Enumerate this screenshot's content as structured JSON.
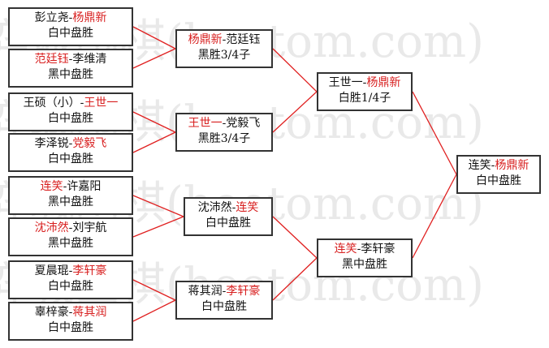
{
  "watermark": "弈城围棋(hoetom.com)",
  "colors": {
    "winner": "#d82020",
    "text": "#111111",
    "connector": "#e02020",
    "border": "#333333"
  },
  "matches": {
    "r1_1": {
      "line1": [
        {
          "t": "彭立尧",
          "w": false
        },
        {
          "t": "-",
          "w": false
        },
        {
          "t": "杨鼎新",
          "w": true
        }
      ],
      "line2": "白中盘胜"
    },
    "r1_2": {
      "line1": [
        {
          "t": "范廷钰",
          "w": true
        },
        {
          "t": "-",
          "w": false
        },
        {
          "t": "李维清",
          "w": false
        }
      ],
      "line2": "黑中盘胜"
    },
    "r1_3": {
      "line1": [
        {
          "t": "王硕（小）",
          "w": false
        },
        {
          "t": "-",
          "w": false
        },
        {
          "t": "王世一",
          "w": true
        }
      ],
      "line2": "白中盘胜"
    },
    "r1_4": {
      "line1": [
        {
          "t": "李泽锐",
          "w": false
        },
        {
          "t": "-",
          "w": false
        },
        {
          "t": "党毅飞",
          "w": true
        }
      ],
      "line2": "白中盘胜"
    },
    "r1_5": {
      "line1": [
        {
          "t": "连笑",
          "w": true
        },
        {
          "t": "-",
          "w": false
        },
        {
          "t": "许嘉阳",
          "w": false
        }
      ],
      "line2": "黑中盘胜"
    },
    "r1_6": {
      "line1": [
        {
          "t": "沈沛然",
          "w": true
        },
        {
          "t": "-",
          "w": false
        },
        {
          "t": "刘宇航",
          "w": false
        }
      ],
      "line2": "黑中盘胜"
    },
    "r1_7": {
      "line1": [
        {
          "t": "夏晨琨",
          "w": false
        },
        {
          "t": "-",
          "w": false
        },
        {
          "t": "李轩豪",
          "w": true
        }
      ],
      "line2": "白中盘胜"
    },
    "r1_8": {
      "line1": [
        {
          "t": "辜梓豪",
          "w": false
        },
        {
          "t": "-",
          "w": false
        },
        {
          "t": "蒋其润",
          "w": true
        }
      ],
      "line2": "白中盘胜"
    },
    "r2_1": {
      "line1": [
        {
          "t": "杨鼎新",
          "w": true
        },
        {
          "t": "-",
          "w": false
        },
        {
          "t": "范廷钰",
          "w": false
        }
      ],
      "line2": "黑胜3/4子"
    },
    "r2_2": {
      "line1": [
        {
          "t": "王世一",
          "w": true
        },
        {
          "t": "-",
          "w": false
        },
        {
          "t": "党毅飞",
          "w": false
        }
      ],
      "line2": "黑胜3/4子"
    },
    "r2_3": {
      "line1": [
        {
          "t": "沈沛然",
          "w": false
        },
        {
          "t": "-",
          "w": false
        },
        {
          "t": "连笑",
          "w": true
        }
      ],
      "line2": "白中盘胜"
    },
    "r2_4": {
      "line1": [
        {
          "t": "蒋其润",
          "w": false
        },
        {
          "t": "-",
          "w": false
        },
        {
          "t": "李轩豪",
          "w": true
        }
      ],
      "line2": "白中盘胜"
    },
    "r3_1": {
      "line1": [
        {
          "t": "王世一",
          "w": false
        },
        {
          "t": "-",
          "w": false
        },
        {
          "t": "杨鼎新",
          "w": true
        }
      ],
      "line2": "白胜1/4子"
    },
    "r3_2": {
      "line1": [
        {
          "t": "连笑",
          "w": true
        },
        {
          "t": "-",
          "w": false
        },
        {
          "t": "李轩豪",
          "w": false
        }
      ],
      "line2": "黑中盘胜"
    },
    "final": {
      "line1": [
        {
          "t": "连笑",
          "w": false
        },
        {
          "t": "-",
          "w": false
        },
        {
          "t": "杨鼎新",
          "w": true
        }
      ],
      "line2": "白中盘胜"
    }
  }
}
